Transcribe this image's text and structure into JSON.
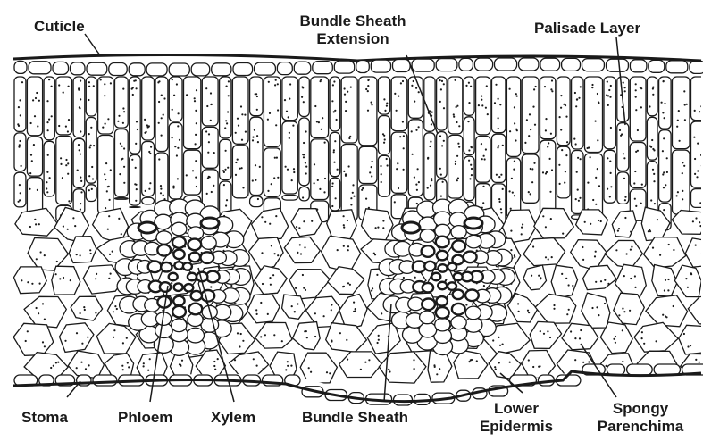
{
  "diagram": {
    "labels": {
      "cuticle": "Cuticle",
      "bundle_sheath_extension_line1": "Bundle Sheath",
      "bundle_sheath_extension_line2": "Extension",
      "palisade_layer": "Palisade Layer",
      "stoma": "Stoma",
      "phloem": "Phloem",
      "xylem": "Xylem",
      "bundle_sheath": "Bundle Sheath",
      "lower_epidermis_line1": "Lower",
      "lower_epidermis_line2": "Epidermis",
      "spongy_parenchyma_line1": "Spongy",
      "spongy_parenchyma_line2": "Parenchima"
    },
    "colors": {
      "ink": "#1a1a1a",
      "background": "#ffffff",
      "cell_fill": "#ffffff"
    }
  }
}
